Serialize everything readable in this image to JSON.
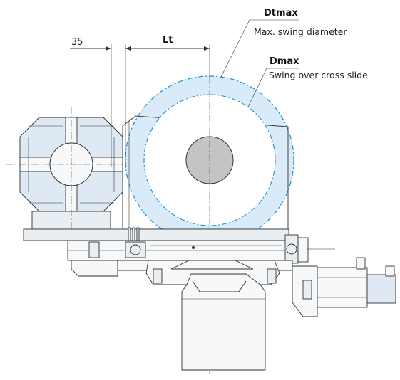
{
  "labels": {
    "dtmax": {
      "title": "Dtmax",
      "description": "Max. swing diameter"
    },
    "dmax": {
      "title": "Dmax",
      "description": "Swing over cross slide"
    },
    "lt": "Lt",
    "offset_35": "35"
  },
  "colors": {
    "swing_fill": "#d9ebf8",
    "swing_outline": "#1a8fd6",
    "workpiece": "#c4c4c4",
    "machine_fill": "#f6f8fa",
    "line": "#333333"
  }
}
